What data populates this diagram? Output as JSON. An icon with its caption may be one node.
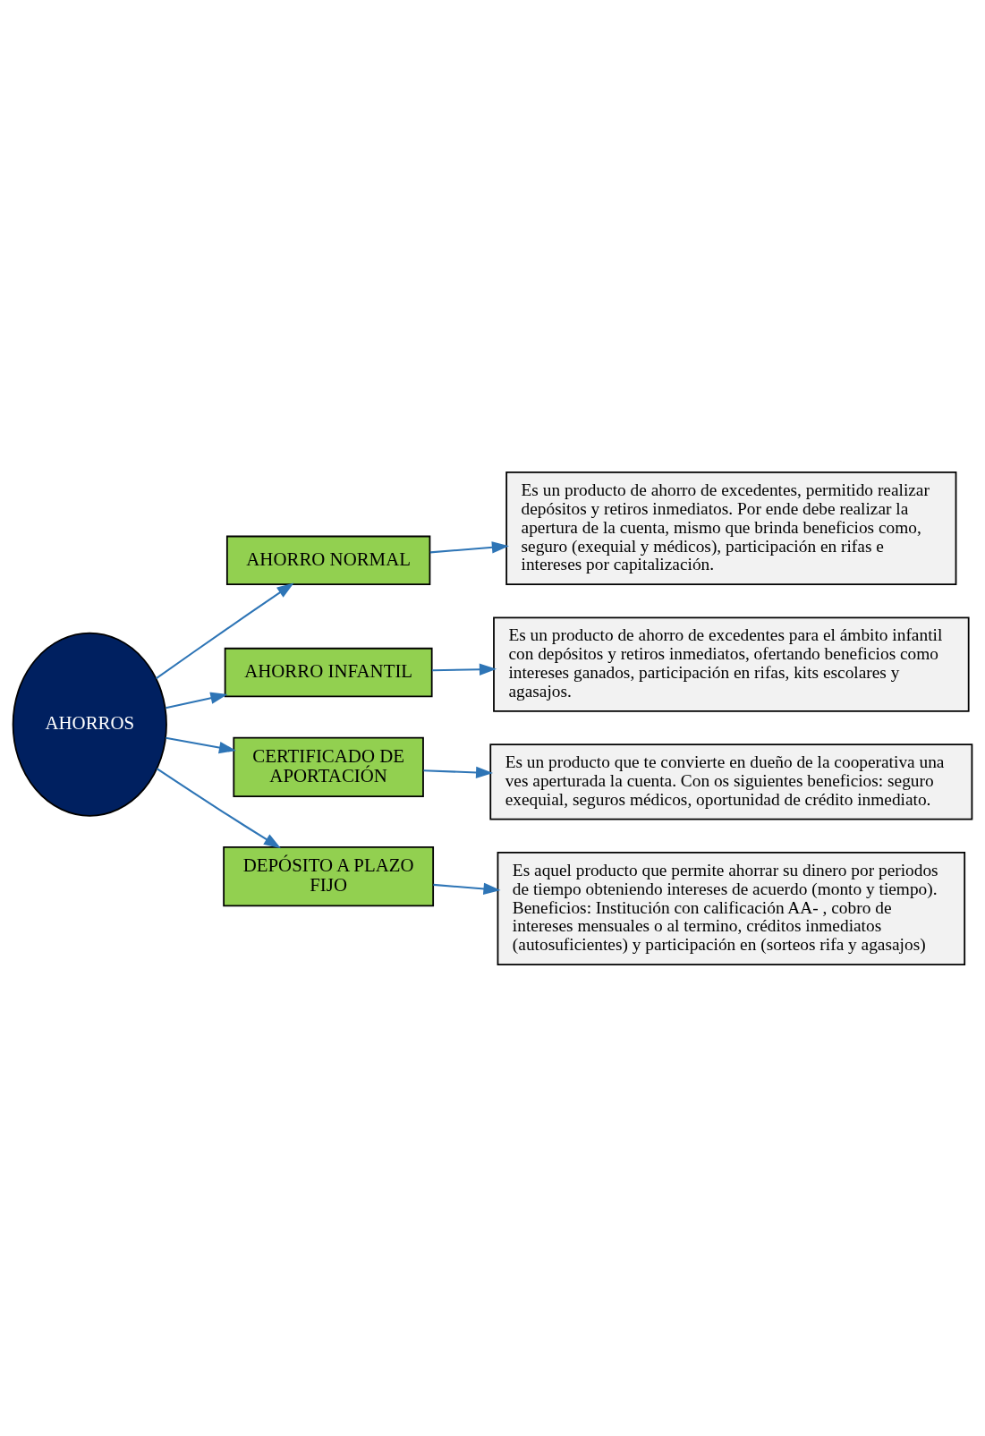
{
  "diagram": {
    "nodes": [
      {
        "text": [
          "AHORROS"
        ]
      },
      {
        "text": [
          "AHORRO NORMAL"
        ]
      },
      {
        "text": [
          "Es un producto de ahorro de excedentes, permitido realizar depósitos y retiros inmediatos. Por ende debe realizar la apertura de la cuenta, mismo que brinda beneficios como, seguro (exequial y médicos), participación en rifas e intereses por capitalización."
        ]
      },
      {
        "text": [
          "AHORRO INFANTIL"
        ]
      },
      {
        "text": [
          "Es un producto de ahorro de excedentes para el ámbito infantil con depósitos y retiros inmediatos, ofertando beneficios como intereses ganados, participación en rifas, kits escolares y agasajos."
        ]
      },
      {
        "text": [
          "CERTIFICADO DE APORTACIÓN"
        ]
      },
      {
        "text": [
          "Es un producto que te convierte en dueño de la cooperativa una ves aperturada la cuenta. Con os siguientes beneficios: seguro exequial, seguros médicos, oportunidad de crédito inmediato."
        ]
      },
      {
        "text": [
          "DEPÓSITO A PLAZO FIJO"
        ]
      },
      {
        "text": [
          "Es aquel producto que permite ahorrar su dinero por periodos de tiempo obteniendo intereses de acuerdo (monto y tiempo).",
          "Beneficios: Institución con calificación AA- , cobro de intereses mensuales o al termino, créditos inmediatos (autosuficientes) y participación en (sorteos rifa y agasajos)"
        ]
      }
    ],
    "edges": [
      {
        "from": 0,
        "to": 1,
        "arrow": "to"
      },
      {
        "from": 0,
        "to": 3,
        "arrow": "to"
      },
      {
        "from": 0,
        "to": 5,
        "arrow": "to"
      },
      {
        "from": 0,
        "to": 7,
        "arrow": "to"
      },
      {
        "from": 1,
        "to": 2,
        "arrow": "to"
      },
      {
        "from": 3,
        "to": 4,
        "arrow": "to"
      },
      {
        "from": 5,
        "to": 6,
        "arrow": "to"
      },
      {
        "from": 7,
        "to": 8,
        "arrow": "to"
      }
    ]
  }
}
